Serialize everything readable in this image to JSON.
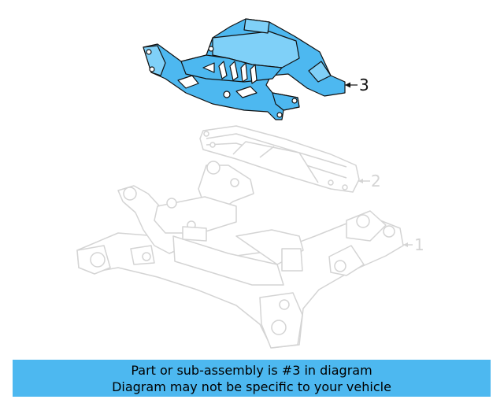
{
  "callouts": {
    "part_3": "3",
    "part_2": "2",
    "part_1": "1"
  },
  "banner": {
    "line1": "Part or sub-assembly is #3 in diagram",
    "line2": "Diagram may not be specific to your vehicle",
    "color": "#4db8f0"
  },
  "colors": {
    "highlight_part": "#4db8f0",
    "ghost_part": "#d4d4d4",
    "outline": "#111111"
  }
}
